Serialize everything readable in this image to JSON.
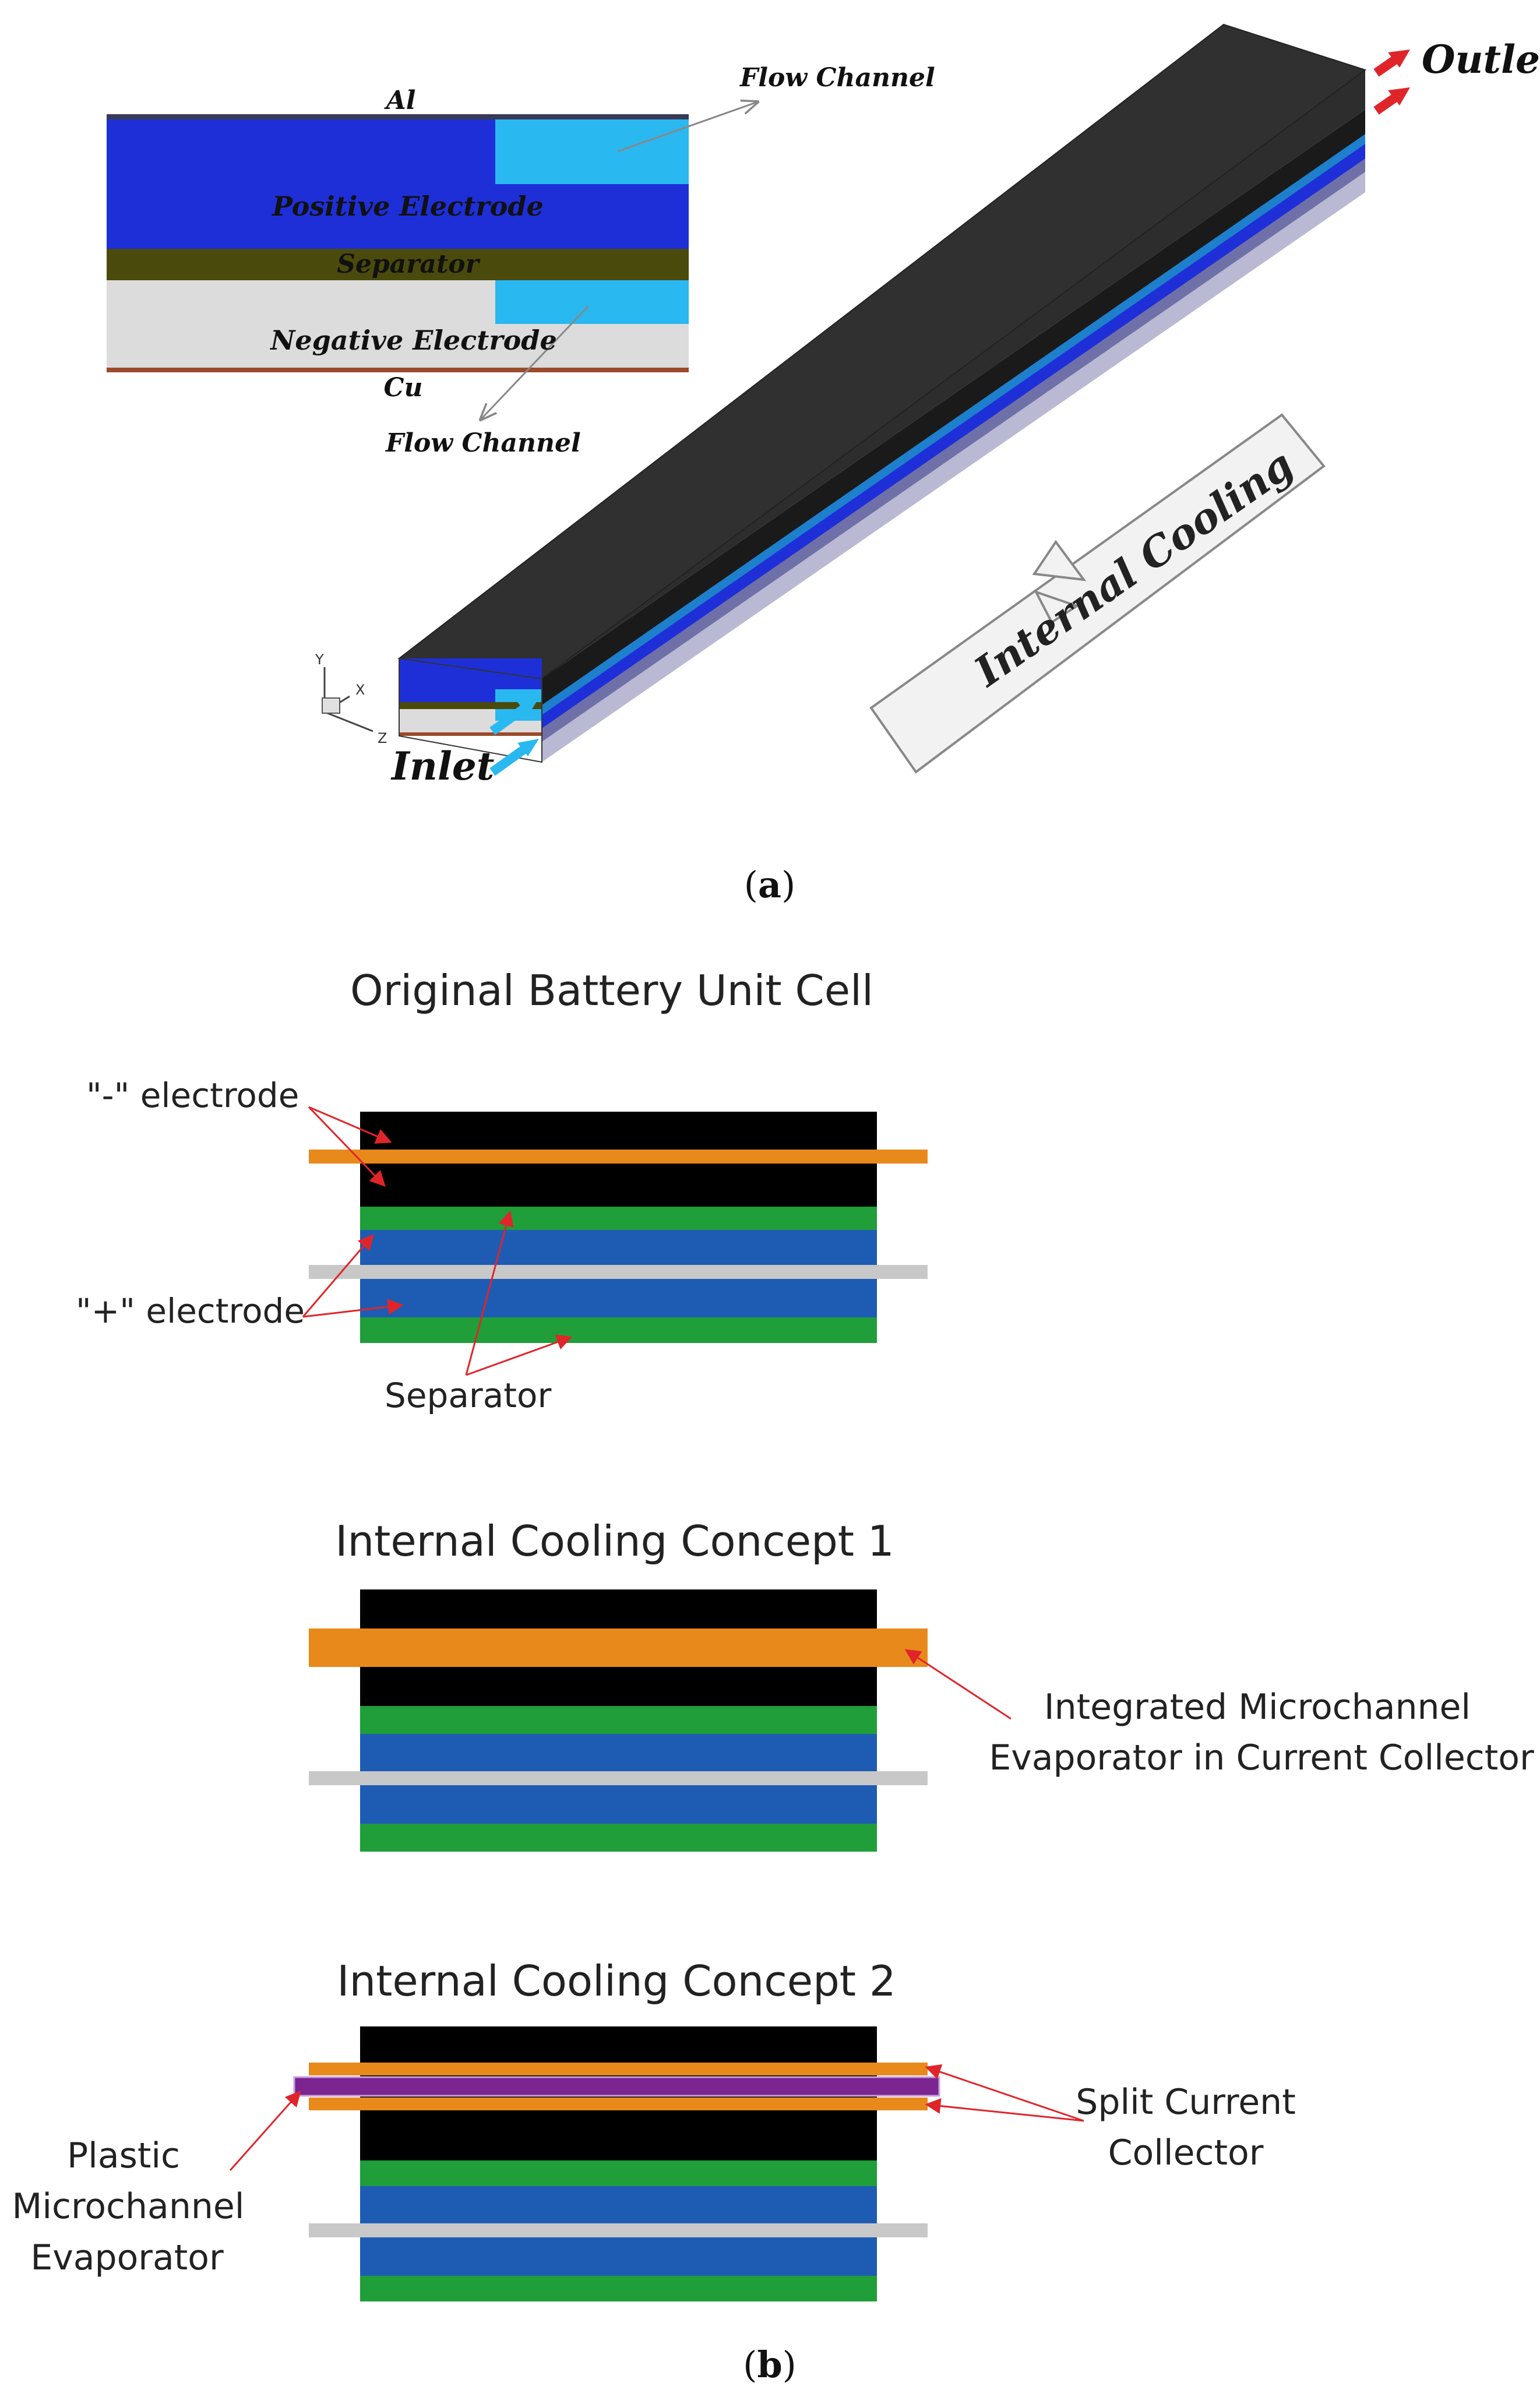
{
  "panel_a": {
    "caption_open": "(",
    "caption_letter": "a",
    "caption_close": ")",
    "cross_section": {
      "al": "Al",
      "positive_electrode": "Positive Electrode",
      "separator": "Separator",
      "negative_electrode": "Negative Electrode",
      "cu": "Cu",
      "flow_channel_top": "Flow Channel",
      "flow_channel_bottom": "Flow Channel"
    },
    "three_d": {
      "outlet": "Outlet",
      "inlet": "Inlet",
      "internal_cooling": "Internal Cooling",
      "axis_y": "Y",
      "axis_x": "X",
      "axis_z": "Z"
    }
  },
  "panel_b": {
    "caption_open": "(",
    "caption_letter": "b",
    "caption_close": ")",
    "original": {
      "title": "Original Battery Unit Cell",
      "neg_electrode": "\"-\" electrode",
      "pos_electrode": "\"+\" electrode",
      "separator": "Separator"
    },
    "concept1": {
      "title": "Internal Cooling Concept 1",
      "label_line1": "Integrated Microchannel",
      "label_line2": "Evaporator in Current Collector"
    },
    "concept2": {
      "title": "Internal Cooling Concept 2",
      "split_line1": "Split Current",
      "split_line2": "Collector",
      "plastic_line1": "Plastic",
      "plastic_line2": "Microchannel",
      "plastic_line3": "Evaporator"
    }
  },
  "colors": {
    "positive_blue": "#1e2fd8",
    "flow_cyan": "#29b8f0",
    "separator_olive": "#4a4a0c",
    "negative_gray": "#dcdcdc",
    "cu_brown": "#9b4a2a",
    "black_layer": "#000000",
    "orange_collector": "#e8891c",
    "green_separator": "#1f9e3a",
    "blue_electrode": "#1e5cb4",
    "gray_collector": "#c8c8c8",
    "purple_channel": "#7b2590",
    "arrow_red": "#e0252a"
  }
}
